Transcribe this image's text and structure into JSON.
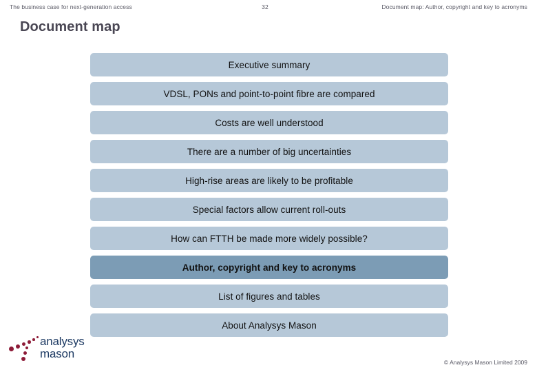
{
  "header": {
    "left": "The business case for next-generation access",
    "page_number": "32",
    "right": "Document map: Author, copyright and key to acronyms"
  },
  "title": "Document map",
  "nav": {
    "items": [
      {
        "label": "Executive summary",
        "current": false
      },
      {
        "label": "VDSL, PONs and point-to-point fibre are compared",
        "current": false
      },
      {
        "label": "Costs are well understood",
        "current": false
      },
      {
        "label": "There are a number of big uncertainties",
        "current": false
      },
      {
        "label": "High-rise areas are likely to be profitable",
        "current": false
      },
      {
        "label": "Special factors allow current roll-outs",
        "current": false
      },
      {
        "label": "How can FTTH be made more widely possible?",
        "current": false
      },
      {
        "label": "Author, copyright and key to acronyms",
        "current": true
      },
      {
        "label": "List of figures and tables",
        "current": false
      },
      {
        "label": "About Analysys Mason",
        "current": false
      }
    ]
  },
  "logo": {
    "line1": "analysys",
    "line2": "mason",
    "dots_icon": "analysys-mason-dots-icon",
    "dot_color": "#8d1b38",
    "text_color": "#1d3a63"
  },
  "footer": {
    "copyright": "© Analysys Mason Limited 2009"
  },
  "colors": {
    "bar": "#b6c8d8",
    "bar_current": "#7c9cb5",
    "title": "#4a4754",
    "header_text": "#5a5a66",
    "background": "#ffffff"
  }
}
